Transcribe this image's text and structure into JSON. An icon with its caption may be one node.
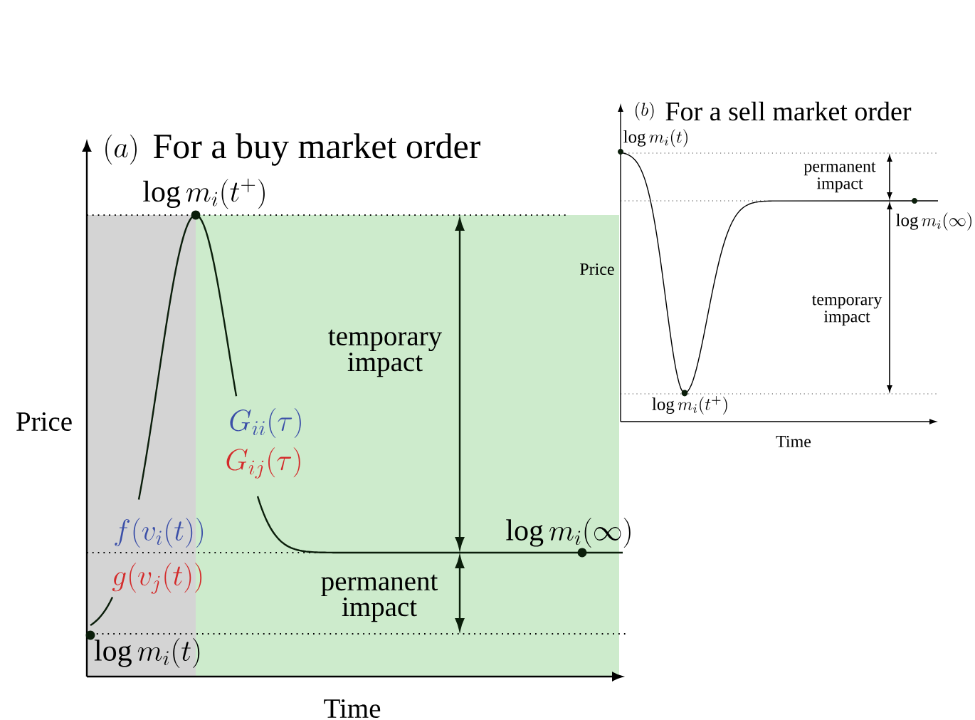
{
  "diagram": {
    "labels": [
      "(b)",
      "For a sell market order",
      "\\log m_i(t)",
      "permanent impact",
      "\\log m_i(\\infty)",
      "Price",
      "temporary impact",
      "\\log m_i(t^+)",
      "Time",
      "(a)",
      "For a buy market order",
      "\\log m_i(t^+)",
      "temporary impact",
      "Price",
      "G_{ii}(\\tau)",
      "G_{ij}(\\tau)",
      "f(v_i(t))",
      "\\log m_i(\\infty)",
      "g(v_j(t))",
      "permanent impact",
      "\\log m_i(t)",
      "Time"
    ]
  }
}
